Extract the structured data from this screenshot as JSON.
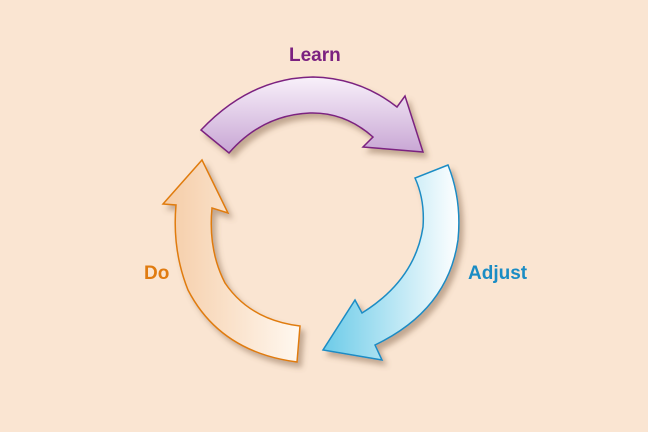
{
  "diagram": {
    "type": "cycle",
    "steps": [
      {
        "label": "Learn",
        "color": "#7b2180"
      },
      {
        "label": "Adjust",
        "color": "#1a8cc4"
      },
      {
        "label": "Do",
        "color": "#e07b10"
      }
    ]
  }
}
